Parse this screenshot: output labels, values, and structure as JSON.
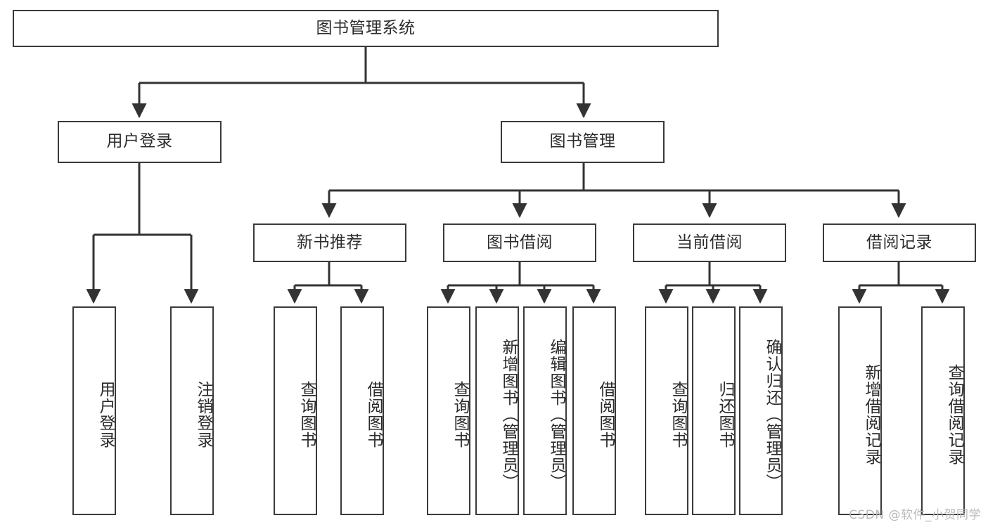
{
  "diagram": {
    "title": "图书管理系统",
    "type": "tree-hierarchy-diagram",
    "watermark": "CSDN @软件_小贺同学",
    "colors": {
      "box_border": "#3a3a3a",
      "box_fill": "#ffffff",
      "connector": "#333333",
      "text": "#2b2b2b",
      "watermark": "#b9b9b9",
      "background": "#ffffff"
    },
    "levels": {
      "root": "图书管理系统",
      "level2": [
        "用户登录",
        "图书管理"
      ],
      "level3": [
        "新书推荐",
        "图书借阅",
        "当前借阅",
        "借阅记录"
      ]
    },
    "nodes": {
      "root": {
        "label": "图书管理系统"
      },
      "user_login": {
        "label": "用户登录"
      },
      "book_manage": {
        "label": "图书管理"
      },
      "new_book_rec": {
        "label": "新书推荐"
      },
      "book_borrow": {
        "label": "图书借阅"
      },
      "current_borrow": {
        "label": "当前借阅"
      },
      "borrow_record": {
        "label": "借阅记录"
      },
      "leaf_user_login": {
        "label": "用户登录"
      },
      "leaf_logout": {
        "label": "注销登录"
      },
      "leaf_query_book_1": {
        "label": "查询图书"
      },
      "leaf_borrow_book_1": {
        "label": "借阅图书"
      },
      "leaf_query_book_2": {
        "label": "查询图书"
      },
      "leaf_add_book": {
        "label": "新增图书（管理员）"
      },
      "leaf_edit_book": {
        "label": "编辑图书（管理员）"
      },
      "leaf_borrow_book_2": {
        "label": "借阅图书"
      },
      "leaf_query_book_3": {
        "label": "查询图书"
      },
      "leaf_return_book": {
        "label": "归还图书"
      },
      "leaf_confirm_return": {
        "label": "确认归还（管理员）"
      },
      "leaf_add_record": {
        "label": "新增借阅记录"
      },
      "leaf_query_record": {
        "label": "查询借阅记录"
      }
    }
  }
}
